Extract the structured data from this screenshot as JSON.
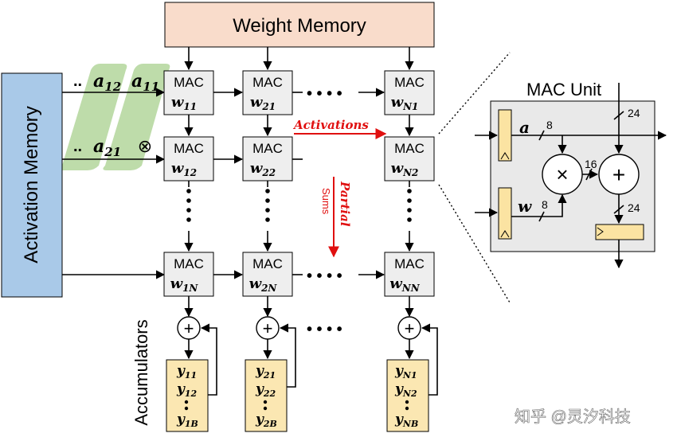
{
  "weight_memory": "Weight Memory",
  "activation_memory": "Activation Memory",
  "mac_label": "MAC",
  "mac_weights": {
    "w11": [
      "w",
      "11"
    ],
    "w21": [
      "w",
      "21"
    ],
    "wN1": [
      "w",
      "N1"
    ],
    "w12": [
      "w",
      "12"
    ],
    "w22": [
      "w",
      "22"
    ],
    "wN2": [
      "w",
      "N2"
    ],
    "w1N": [
      "w",
      "1N"
    ],
    "w2N": [
      "w",
      "2N"
    ],
    "wNN": [
      "w",
      "NN"
    ]
  },
  "activations_in": {
    "row1_dots": "..",
    "a12": [
      "a",
      "12"
    ],
    "a11": [
      "a",
      "11"
    ],
    "row2_dots": "..",
    "a21": [
      "a",
      "21"
    ],
    "otimes": "⊗"
  },
  "activations_label": "Activations",
  "partial_label": "Partial",
  "sums_label": "Sums",
  "hdots": "• • • •",
  "vdots": "•\n•\n•\n•",
  "plus": "+",
  "accumulators_label": "Accumulators",
  "acc_col1": [
    [
      "y",
      "11"
    ],
    [
      "y",
      "12"
    ],
    [
      "y",
      "1B"
    ]
  ],
  "acc_col2": [
    [
      "y",
      "21"
    ],
    [
      "y",
      "22"
    ],
    [
      "y",
      "2B"
    ]
  ],
  "acc_colN": [
    [
      "y",
      "N1"
    ],
    [
      "y",
      "N2"
    ],
    [
      "y",
      "NB"
    ]
  ],
  "mac_unit": {
    "title": "MAC Unit",
    "a": "a",
    "w": "w",
    "bits_a": "8",
    "bits_w": "8",
    "bits_16": "16",
    "bits_24_top": "24",
    "bits_24_bot": "24",
    "times": "×",
    "plus": "+"
  },
  "watermark": "知乎 @灵汐科技",
  "colors": {
    "weight_memory_fill": "#f9dccb",
    "activation_memory_fill": "#a9c9e8",
    "mac_fill": "#eeeeee",
    "accumulator_fill": "#fbe7b2",
    "mac_unit_fill": "#e9e9e9",
    "register_fill": "#fbe3a2",
    "activation_band": "#a8d08d",
    "red": "#e01010"
  }
}
